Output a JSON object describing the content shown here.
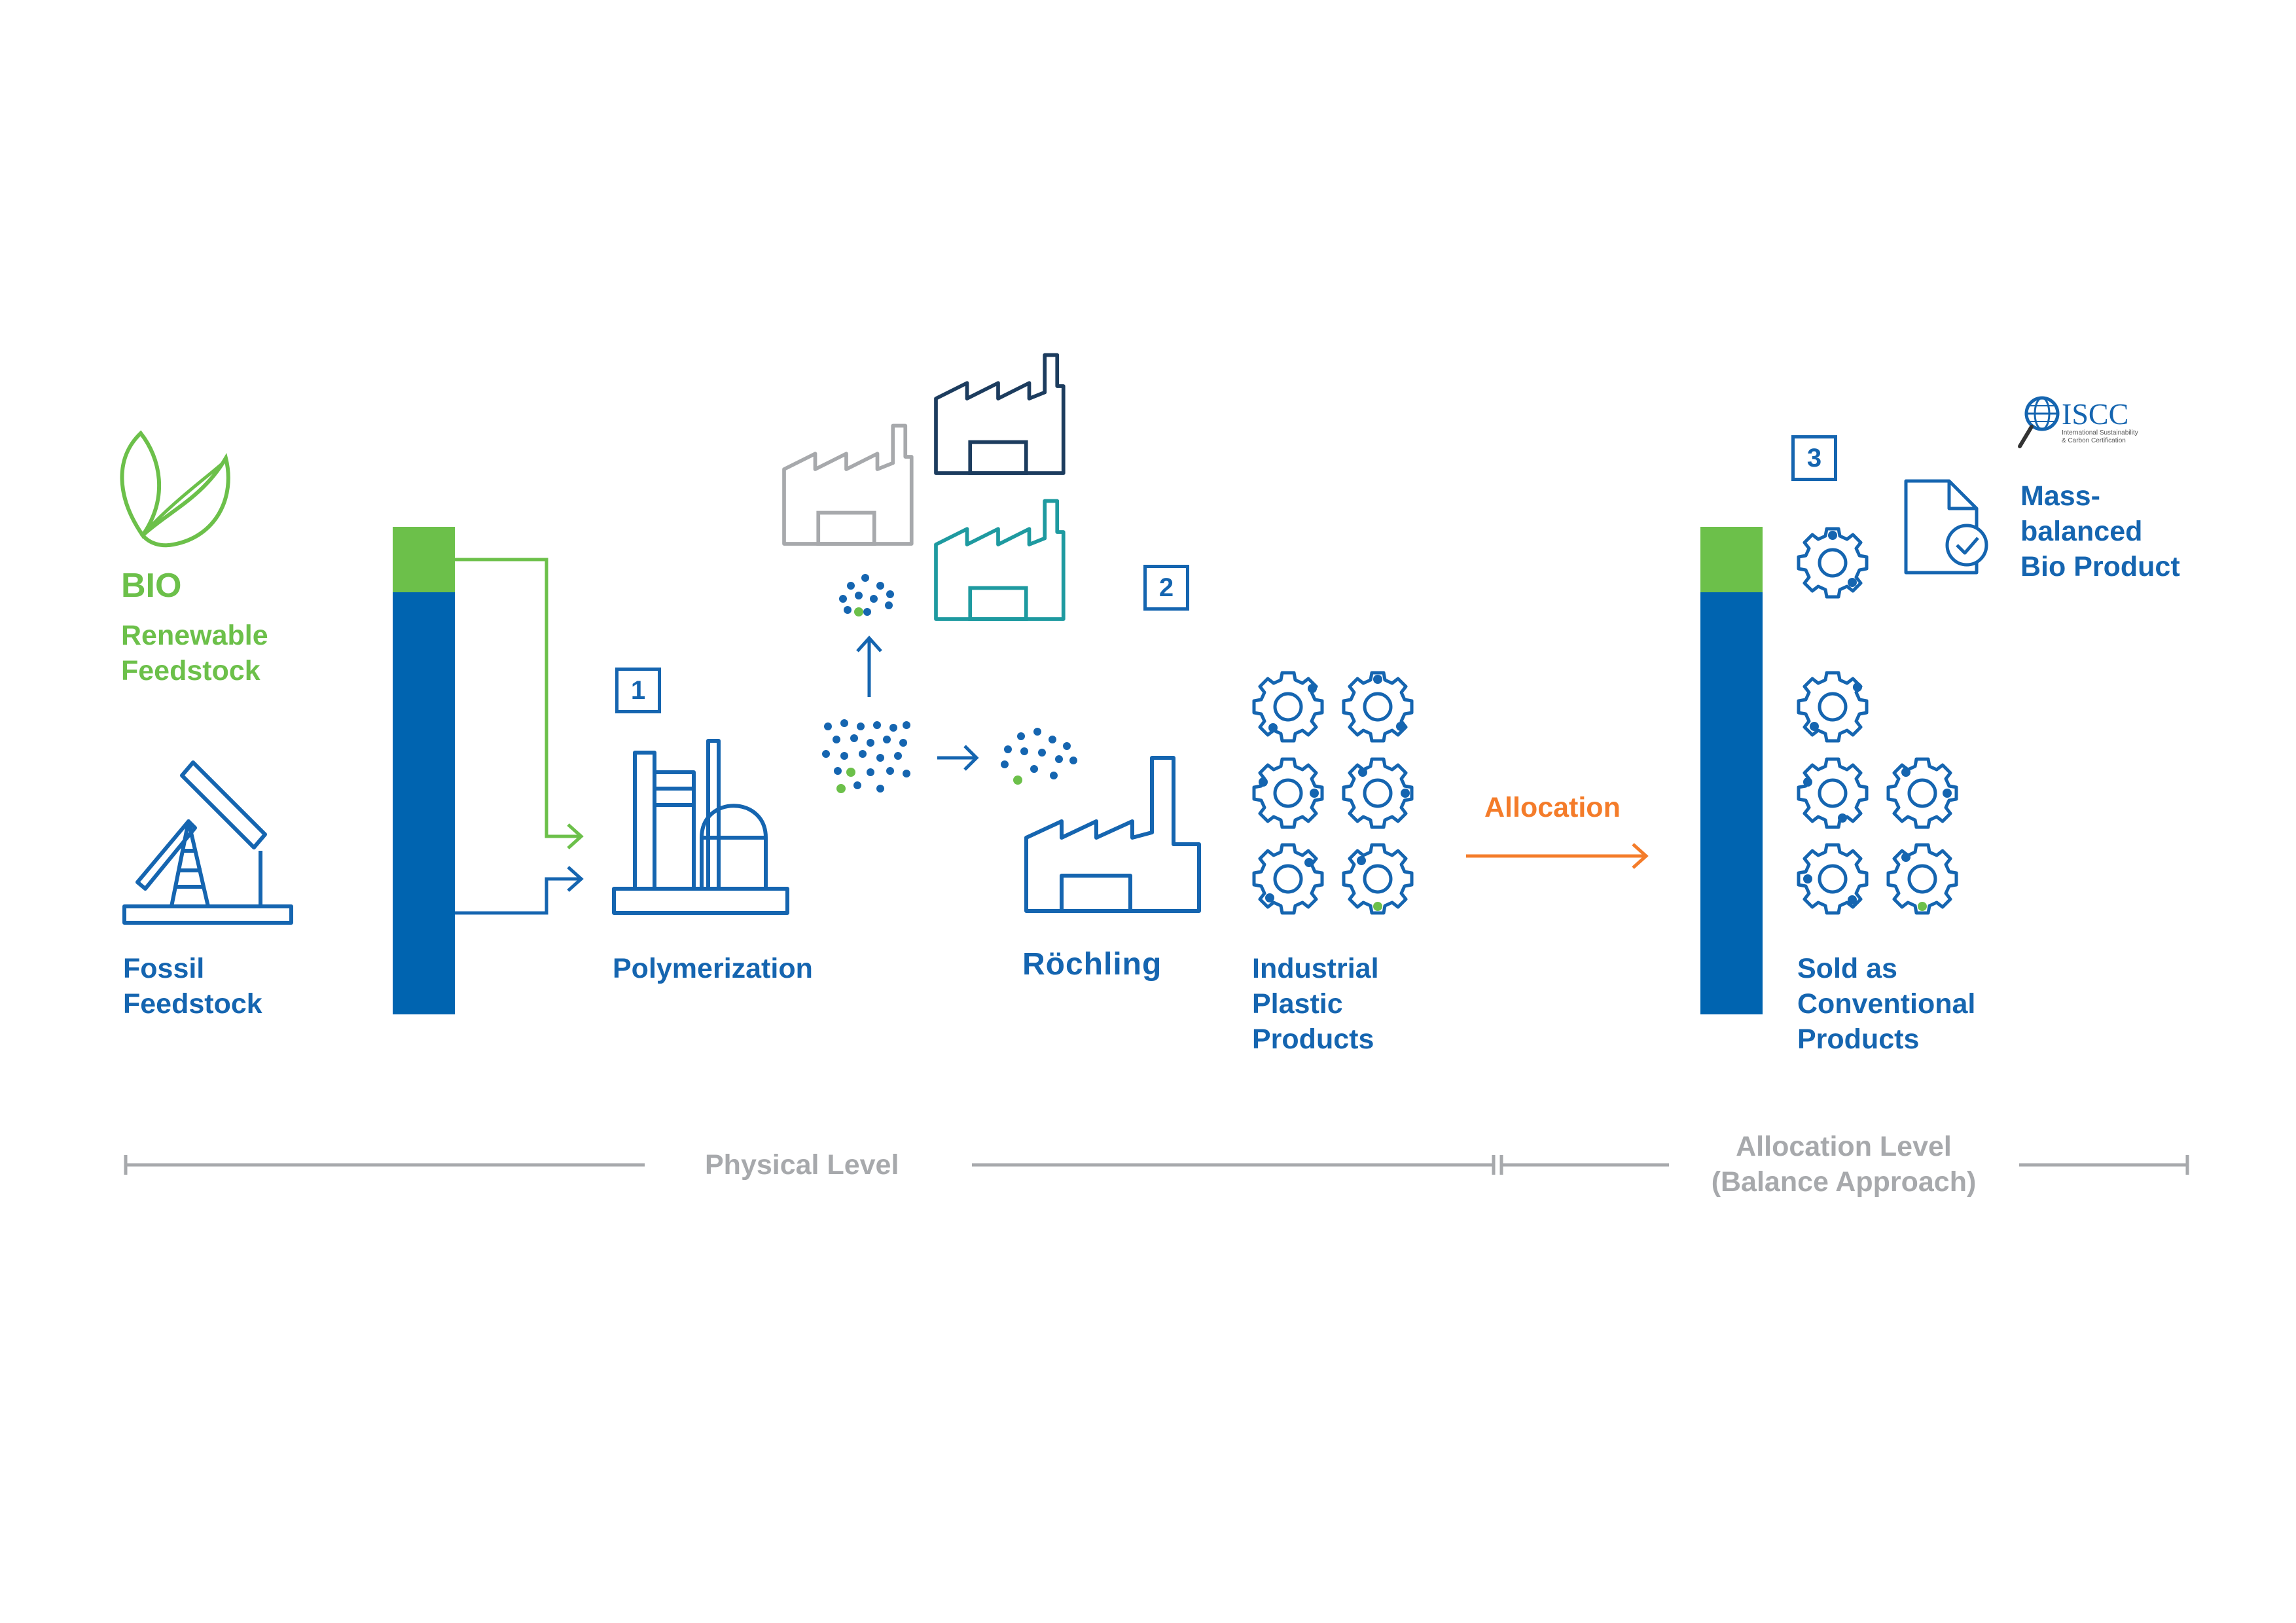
{
  "feedstock": {
    "bio_title": "BIO",
    "renewable_line1": "Renewable",
    "renewable_line2": "Feedstock",
    "fossil_line1": "Fossil",
    "fossil_line2": "Feedstock"
  },
  "steps": {
    "step1_number": "1",
    "step2_number": "2",
    "step3_number": "3",
    "polymerization": "Polymerization",
    "brand": "Röchling",
    "industrial_line1": "Industrial",
    "industrial_line2": "Plastic",
    "industrial_line3": "Products",
    "allocation": "Allocation",
    "sold_line1": "Sold as",
    "sold_line2": "Conventional",
    "sold_line3": "Products",
    "mass_line1": "Mass-",
    "mass_line2": "balanced",
    "mass_line3": "Bio Product"
  },
  "logo": {
    "text": "ISCC",
    "subtext1": "International Sustainability",
    "subtext2": "& Carbon Certification"
  },
  "levels": {
    "physical": "Physical Level",
    "allocation_line1": "Allocation Level",
    "allocation_line2": "(Balance Approach)"
  },
  "colors": {
    "blue": "#1565b0",
    "bar_blue": "#0064b0",
    "green": "#6cc04a",
    "orange": "#f47c2a",
    "gray": "#a7a9ac",
    "navy": "#1c3c5e",
    "teal": "#1e9aa0"
  },
  "icons": [
    "leaf-icon",
    "oil-pump-icon",
    "polymerization-plant-icon",
    "factory-icon",
    "gear-icon",
    "document-check-icon",
    "pellets-icon",
    "iscc-globe-icon"
  ]
}
